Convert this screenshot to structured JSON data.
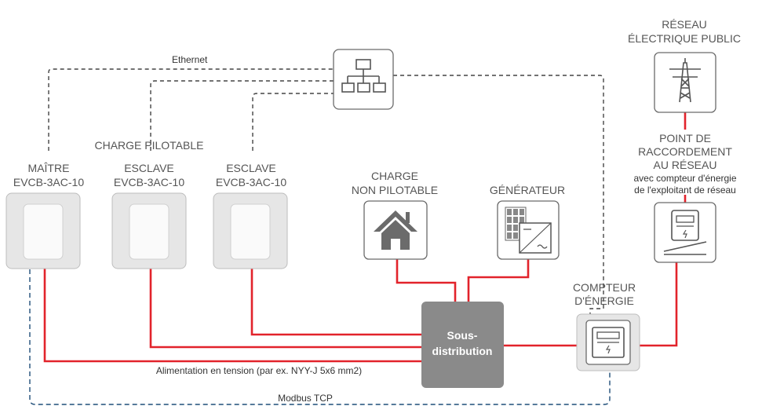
{
  "labels": {
    "ethernet": "Ethernet",
    "charge_pilotable": "CHARGE PILOTABLE",
    "master_1": "MAÎTRE",
    "master_2": "EVCB-3AC-10",
    "slave1_1": "ESCLAVE",
    "slave1_2": "EVCB-3AC-10",
    "slave2_1": "ESCLAVE",
    "slave2_2": "EVCB-3AC-10",
    "nonpilot_1": "CHARGE",
    "nonpilot_2": "NON PILOTABLE",
    "generator": "GÉNÉRATEUR",
    "grid_1": "RÉSEAU",
    "grid_2": "ÉLECTRIQUE PUBLIC",
    "conn_1": "POINT DE",
    "conn_2": "RACCORDEMENT",
    "conn_3": "AU RÉSEAU",
    "conn_4": "avec compteur d'énergie",
    "conn_5": "de l'exploitant de réseau",
    "meter_1": "COMPTEUR",
    "meter_2": "D'ÉNERGIE",
    "subdist_1": "Sous-",
    "subdist_2": "distribution",
    "power_supply": "Alimentation en tension (par ex. NYY-J 5x6 mm2)",
    "modbus": "Modbus TCP"
  },
  "colors": {
    "power_line": "#e2232b",
    "ethernet_line": "#444444",
    "modbus_line": "#1f4e79",
    "subdistribution": "#8a8a8a"
  }
}
